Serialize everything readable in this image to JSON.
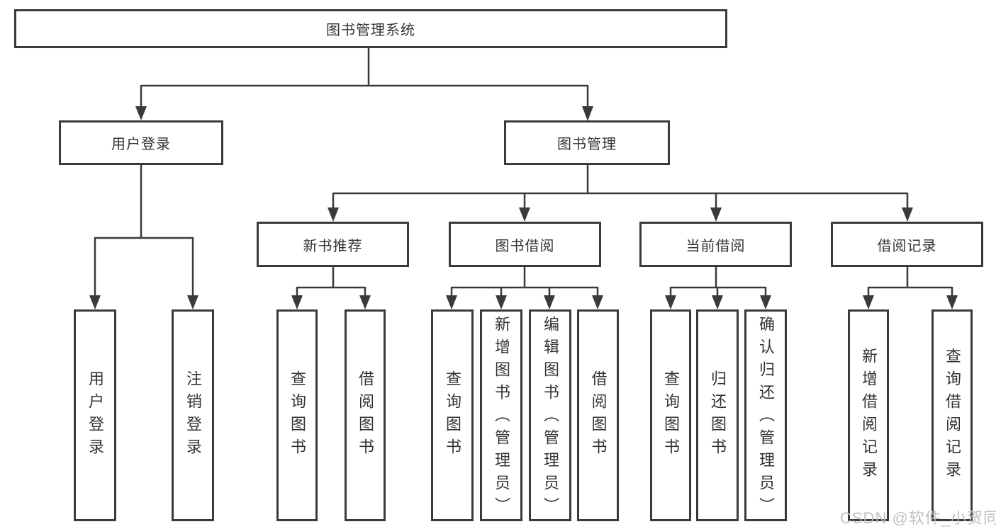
{
  "diagram": {
    "root": {
      "label": "图书管理系统"
    },
    "branches": [
      {
        "label": "用户登录",
        "children": [
          {
            "label": "用户登录"
          },
          {
            "label": "注销登录"
          }
        ]
      },
      {
        "label": "图书管理",
        "sections": [
          {
            "label": "新书推荐",
            "children": [
              {
                "label": "查询图书"
              },
              {
                "label": "借阅图书"
              }
            ]
          },
          {
            "label": "图书借阅",
            "children": [
              {
                "label": "查询图书"
              },
              {
                "label": "新增图书（管理员）"
              },
              {
                "label": "编辑图书（管理员）"
              },
              {
                "label": "借阅图书"
              }
            ]
          },
          {
            "label": "当前借阅",
            "children": [
              {
                "label": "查询图书"
              },
              {
                "label": "归还图书"
              },
              {
                "label": "确认归还（管理员）"
              }
            ]
          },
          {
            "label": "借阅记录",
            "children": [
              {
                "label": "新增借阅记录"
              },
              {
                "label": "查询借阅记录"
              }
            ]
          }
        ]
      }
    ]
  },
  "watermark": {
    "text": "CSDN @软件_小贺同学"
  },
  "colors": {
    "line": "#3a3a3a",
    "text": "#333333",
    "box_background": "#ffffff",
    "watermark": "#bebebe"
  }
}
